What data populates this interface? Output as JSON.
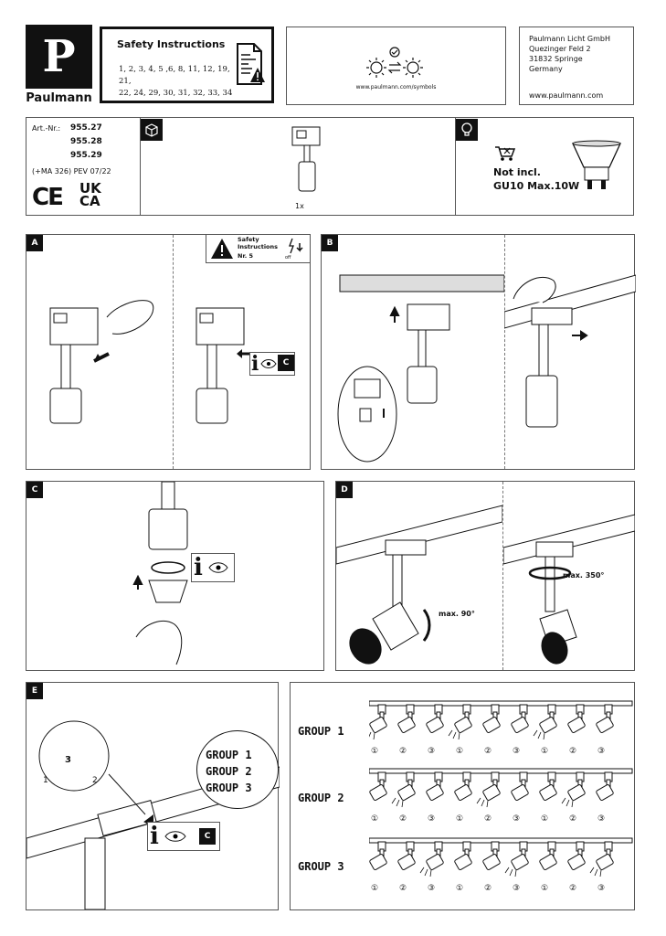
{
  "brand": {
    "name": "Paulmann",
    "logo_letter": "P"
  },
  "safety": {
    "title": "Safety Instructions",
    "numbers_line1": "1, 2, 3, 4, 5 ,6, 8, 11, 12, 19, 21,",
    "numbers_line2": "22, 24, 29, 30, 31, 32, 33, 34"
  },
  "symbols": {
    "url": "www.paulmann.com/symbols"
  },
  "address": {
    "line1": "Paulmann Licht GmbH",
    "line2": "Quezinger Feld 2",
    "line3": "31832 Springe",
    "line4": "Germany",
    "website": "www.paulmann.com"
  },
  "article": {
    "label": "Art.-Nr.:",
    "numbers": [
      "955.27",
      "955.28",
      "955.29"
    ],
    "ma": "(+MA 326) PEV 07/22",
    "ce": "CE",
    "ukca_top": "UK",
    "ukca_bottom": "CA",
    "qty": "1x",
    "not_incl": "Not incl.",
    "lamp": "GU10 Max.10W"
  },
  "panels": {
    "a": {
      "letter": "A",
      "warn_title": "Safety Instructions",
      "warn_nr": "Nr. 5",
      "off": "off",
      "ref": "C"
    },
    "b": {
      "letter": "B"
    },
    "c": {
      "letter": "C"
    },
    "d": {
      "letter": "D",
      "tilt": "max. 90°",
      "rotate": "max. 350°"
    },
    "e": {
      "letter": "E",
      "ref": "C",
      "g1": "GROUP 1",
      "g2": "GROUP 2",
      "g3": "GROUP 3",
      "dial_center": "3",
      "dial_left": "1",
      "dial_right": "2"
    }
  },
  "groups": {
    "labels": [
      "GROUP 1",
      "GROUP 2",
      "GROUP 3"
    ],
    "circled": [
      "①",
      "②",
      "③",
      "①",
      "②",
      "③",
      "①",
      "②",
      "③"
    ]
  }
}
